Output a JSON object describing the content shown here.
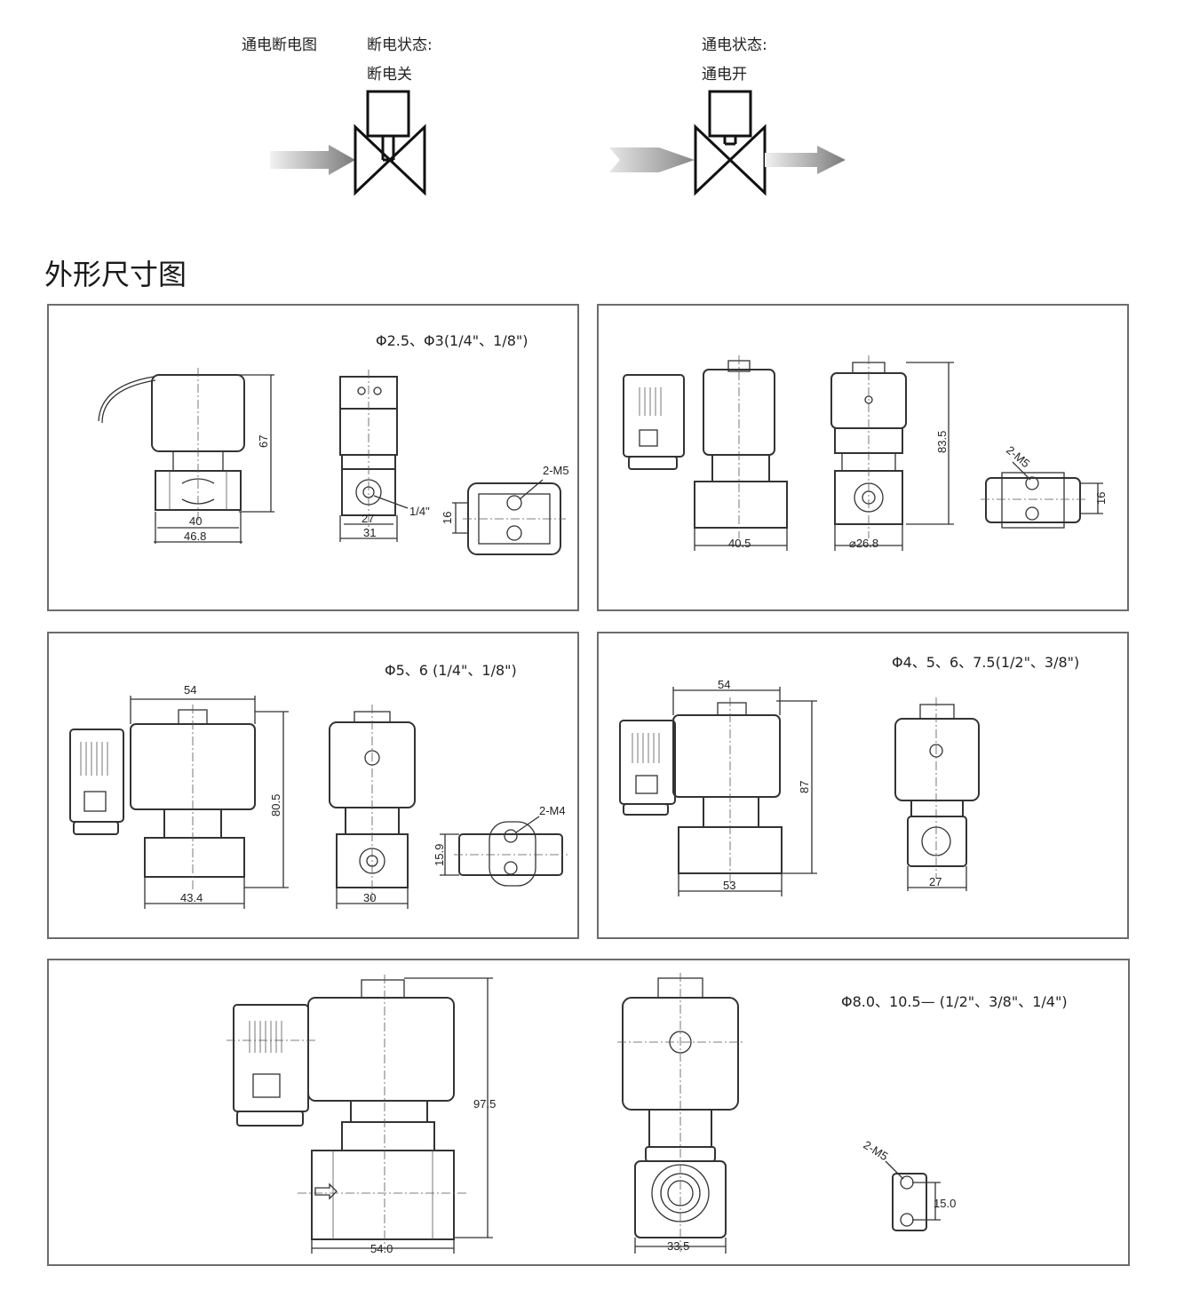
{
  "state_diagram": {
    "heading": "通电断电图",
    "off_state_label": "断电状态:",
    "off_state_value": "断电关",
    "on_state_label": "通电状态:",
    "on_state_value": "通电开"
  },
  "section_title": "外形尺寸图",
  "panels": [
    {
      "spec": "Φ2.5、Φ3(1/4\"、1/8\")",
      "dims": {
        "height": "67",
        "width_inner": "40",
        "width_outer": "46.8",
        "side_inner": "27",
        "side_outer": "31",
        "port": "1/4\"",
        "hole_spacing": "16",
        "mount_holes": "2-M5"
      }
    },
    {
      "spec": "",
      "dims": {
        "height": "83.5",
        "width": "40.5",
        "side": "⌀26.8",
        "hole_spacing": "16",
        "mount_holes": "2-M5"
      }
    },
    {
      "spec": "Φ5、6 (1/4\"、1/8\")",
      "dims": {
        "coil_width": "54",
        "height": "80.5",
        "base_width": "43.4",
        "side": "30",
        "hole_spacing": "15.9",
        "mount_holes": "2-M4"
      }
    },
    {
      "spec": "Φ4、5、6、7.5(1/2\"、3/8\")",
      "dims": {
        "coil_width": "54",
        "height": "87",
        "base_width": "53",
        "side": "27"
      }
    },
    {
      "spec": "Φ8.0、10.5— (1/2\"、3/8\"、1/4\")",
      "dims": {
        "height": "97.5",
        "base_width": "54.0",
        "side": "33.5",
        "hole_spacing": "15.0",
        "mount_holes": "2-M5"
      }
    }
  ]
}
